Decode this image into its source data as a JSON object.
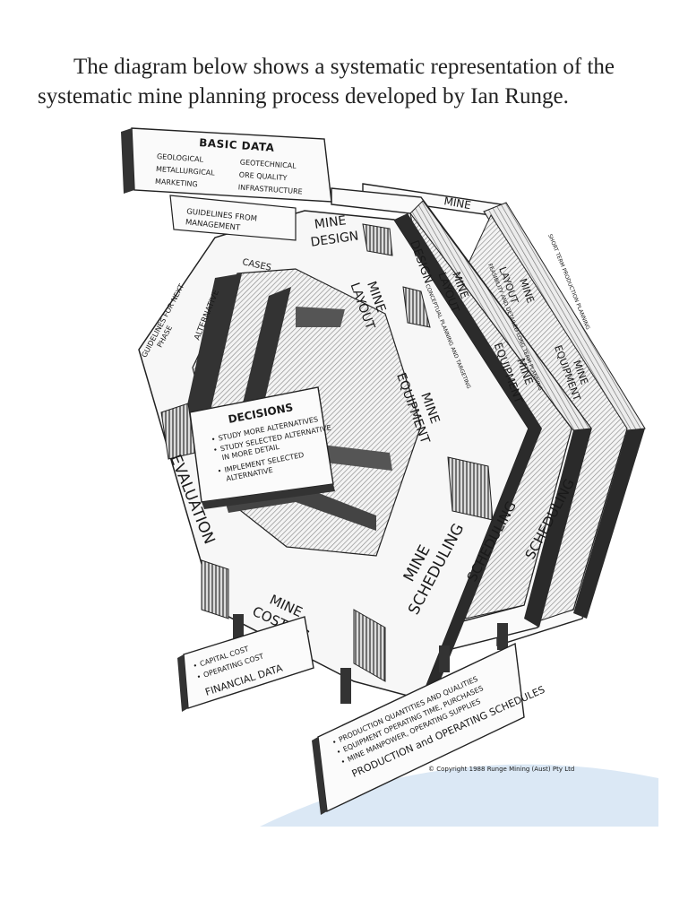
{
  "intro": "The diagram below shows a systematic representation of the systematic mine planning process developed by Ian Runge.",
  "diagram": {
    "basic_data": {
      "title": "BASIC DATA",
      "items": [
        "GEOLOGICAL",
        "METALLURGICAL",
        "MARKETING",
        "GEOTECHNICAL",
        "ORE QUALITY",
        "INFRASTRUCTURE"
      ]
    },
    "guidelines": [
      "GUIDELINES FROM",
      "MANAGEMENT"
    ],
    "front": {
      "mine_design": [
        "MINE",
        "DESIGN"
      ],
      "mine_layout": [
        "MINE",
        "LAYOUT"
      ],
      "mine_equipment": [
        "MINE",
        "EQUIPMENT"
      ],
      "mine_scheduling": [
        "MINE",
        "SCHEDULING"
      ],
      "mine_costing": [
        "MINE",
        "COSTING"
      ],
      "evaluation": "EVALUATION",
      "cases": "CASES",
      "alternative": "ALTERNATIVE",
      "next_phase": [
        "GUIDELINES FOR NEXT",
        "PHASE"
      ],
      "band_label": "CONCEPTUAL PLANNING AND TARGETING"
    },
    "middle": {
      "design": "DESIGN",
      "layout": [
        "MINE",
        "LAYOUT"
      ],
      "equipment": [
        "MINE",
        "EQUIPMENT"
      ],
      "scheduling": "SCHEDULING",
      "band_label": "FEASIBILITY AND DETAILED LONG TERM PLANNING"
    },
    "back": {
      "mine": "MINE",
      "layout": [
        "MINE",
        "LAYOUT"
      ],
      "equipment": [
        "MINE",
        "EQUIPMENT"
      ],
      "scheduling": "SCHEDULING",
      "band_label": "SHORT TERM PRODUCTION PLANNING"
    },
    "decisions": {
      "title": "DECISIONS",
      "items": [
        [
          "STUDY MORE ALTERNATIVES"
        ],
        [
          "STUDY SELECTED ALTERNATIVE",
          "IN MORE DETAIL"
        ],
        [
          "IMPLEMENT SELECTED",
          "ALTERNATIVE"
        ]
      ]
    },
    "financial": {
      "items": [
        "CAPITAL COST",
        "OPERATING COST"
      ],
      "title": "FINANCIAL DATA"
    },
    "production": {
      "items": [
        "PRODUCTION QUANTITIES AND QUALITIES",
        "EQUIPMENT OPERATING TIME, PURCHASES",
        "MINE MANPOWER, OPERATING SUPPLIES"
      ],
      "title": "PRODUCTION and OPERATING SCHEDULES"
    },
    "copyright": "© Copyright 1988   Runge Mining (Aust) Pty Ltd"
  }
}
